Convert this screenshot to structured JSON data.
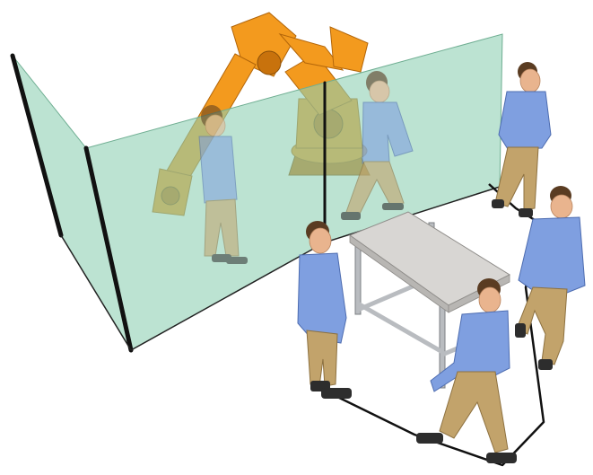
{
  "scene": {
    "colors": {
      "background": "#ffffff",
      "glass": "#8fd0b4",
      "glass_edge": "#111111",
      "robot": "#f39a1e",
      "robot_dark": "#c8720c",
      "shirt": "#7f9fe0",
      "shirt_dark": "#5b7cc4",
      "trousers": "#c2a36b",
      "trousers_dark": "#9c7f4c",
      "skin": "#e9b48e",
      "hair": "#5a3c22",
      "shoe": "#2d2d2d",
      "table_top": "#d8d6d3",
      "table_frame": "#b9bcc0",
      "path_line": "#111111"
    },
    "objects": [
      {
        "name": "industrial-robot-arm",
        "kind": "robot"
      },
      {
        "name": "safety-glass-fence",
        "kind": "fence",
        "panels": 3
      },
      {
        "name": "work-table",
        "kind": "table"
      },
      {
        "name": "walking-path-outline",
        "kind": "path"
      },
      {
        "name": "person",
        "kind": "human",
        "count": 6
      }
    ]
  }
}
